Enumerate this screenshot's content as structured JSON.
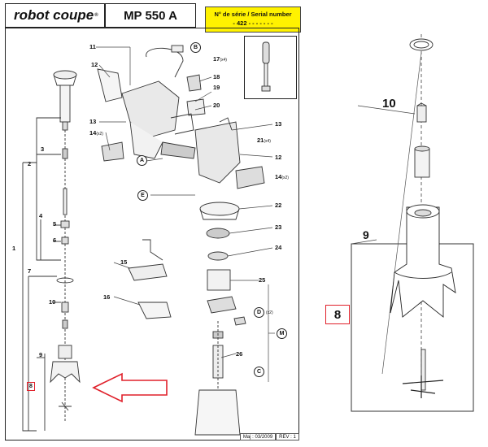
{
  "header": {
    "brand": "robot coupe",
    "brand_mark": "®",
    "model": "MP 550 A",
    "serial_label": "N° de série / Serial number",
    "serial_value": "- 422 - - - - -   - -"
  },
  "footer": {
    "date": "Maj : 03/2009",
    "rev": "REV : 1"
  },
  "callouts": {
    "n1": "1",
    "n2": "2",
    "n3": "3",
    "n4": "4",
    "n5": "5",
    "n6": "6",
    "n7": "7",
    "n8": "8",
    "n9": "9",
    "n10": "10",
    "n11": "11",
    "n12": "12",
    "n12b": "12",
    "n13": "13",
    "n13b": "13",
    "n14": "14",
    "n14q": "(x2)",
    "n14b": "14",
    "n14bq": "(x2)",
    "n15": "15",
    "n16": "16",
    "n17": "17",
    "n17q": "(x4)",
    "n18": "18",
    "n19": "19",
    "n20": "20",
    "n21": "21",
    "n21q": "(x4)",
    "n22": "22",
    "n23": "23",
    "n24": "24",
    "n25": "25",
    "n26": "26",
    "nDq": "(x2)"
  },
  "circles": {
    "A": "A",
    "B": "B",
    "C": "C",
    "D": "D",
    "E": "E",
    "M": "M"
  },
  "detail": {
    "n10": "10",
    "n9": "9",
    "n8": "8"
  },
  "colors": {
    "highlight": "#e0202a",
    "serial_bg": "#fff200"
  }
}
